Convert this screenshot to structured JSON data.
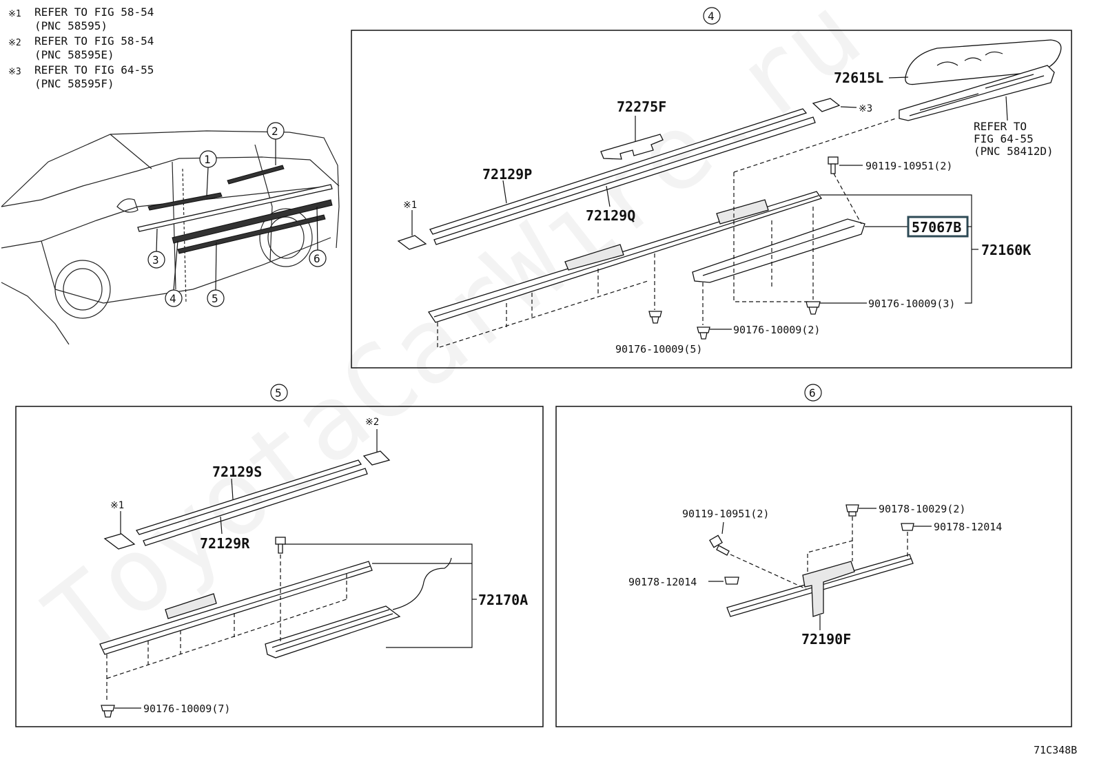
{
  "notes": [
    {
      "mark": "※1",
      "line1": "REFER TO FIG 58-54",
      "line2": "(PNC 58595)"
    },
    {
      "mark": "※2",
      "line1": "REFER TO FIG 58-54",
      "line2": "(PNC 58595E)"
    },
    {
      "mark": "※3",
      "line1": "REFER TO FIG 64-55",
      "line2": "(PNC 58595F)"
    }
  ],
  "callouts": [
    "1",
    "2",
    "3",
    "4",
    "5",
    "6"
  ],
  "section4": {
    "title": "4",
    "parts": {
      "p72615L": "72615L",
      "p72275F": "72275F",
      "p72129P": "72129P",
      "p72129Q": "72129Q",
      "p57067B": "57067B",
      "p72160K": "72160K",
      "bolt": "90119-10951(2)",
      "clip3": "90176-10009(3)",
      "clip2": "90176-10009(2)",
      "clip5": "90176-10009(5)"
    },
    "refer": [
      "REFER TO",
      "FIG 64-55",
      "(PNC 58412D)"
    ],
    "mark1": "※1",
    "mark3": "※3"
  },
  "section5": {
    "title": "5",
    "parts": {
      "p72129S": "72129S",
      "p72129R": "72129R",
      "p72170A": "72170A",
      "clip7": "90176-10009(7)"
    },
    "mark1": "※1",
    "mark2": "※2"
  },
  "section6": {
    "title": "6",
    "parts": {
      "bolt": "90119-10951(2)",
      "nut2": "90178-10029(2)",
      "nutA": "90178-12014",
      "nutB": "90178-12014",
      "p72190F": "72190F"
    }
  },
  "watermark": "ToyotaCarWire.ru",
  "figure_code": "71C348B",
  "highlight_color": "#2d4a55"
}
